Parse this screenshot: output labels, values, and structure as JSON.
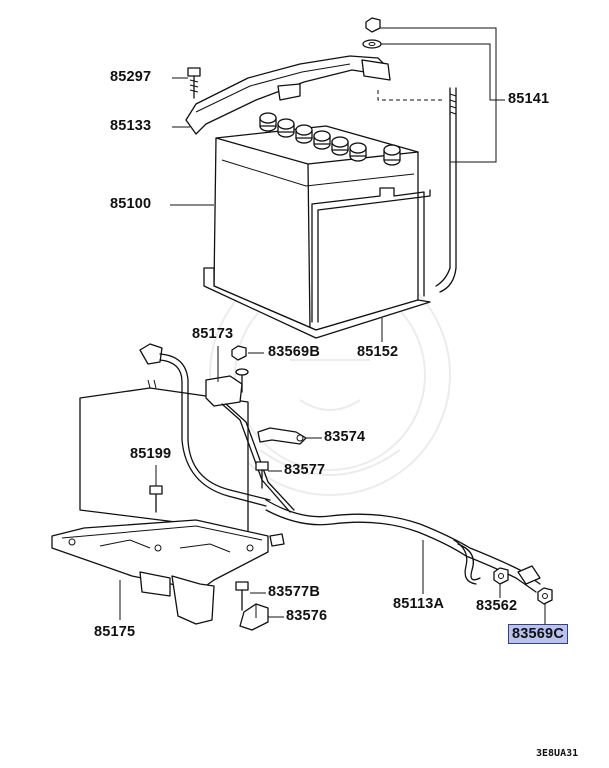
{
  "parts": {
    "p85297": "85297",
    "p85133": "85133",
    "p85100": "85100",
    "p85141": "85141",
    "p85173": "85173",
    "p83569B": "83569B",
    "p85152": "85152",
    "p83574": "83574",
    "p85199": "85199",
    "p83577": "83577",
    "p85113A": "85113A",
    "p83562": "83562",
    "p83569C": "83569C",
    "p85175": "85175",
    "p83577B": "83577B",
    "p83576": "83576"
  },
  "highlighted_part": "83569C",
  "highlight_color": "#b9c2f0",
  "diagram_code": "3E8UA31"
}
